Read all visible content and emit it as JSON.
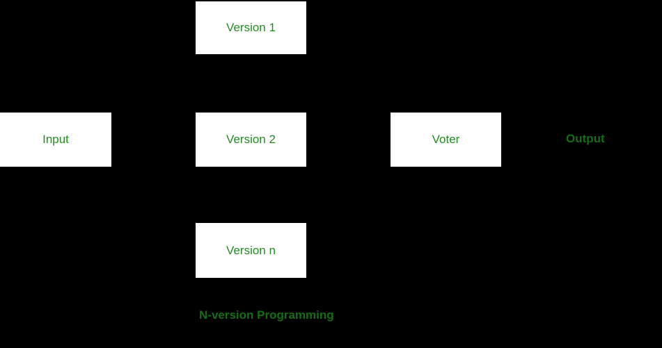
{
  "diagram": {
    "caption": "N-version Programming",
    "boxes": [
      {
        "id": "input",
        "label": "Input"
      },
      {
        "id": "version-1",
        "label": "Version 1"
      },
      {
        "id": "version-2",
        "label": "Version 2"
      },
      {
        "id": "version-n",
        "label": "Version n"
      },
      {
        "id": "voter",
        "label": "Voter"
      }
    ],
    "output_label": "Output",
    "colors": {
      "background": "#000000",
      "box_fill": "#ffffff",
      "box_text": "#228b22",
      "label_text": "#156e15"
    }
  }
}
